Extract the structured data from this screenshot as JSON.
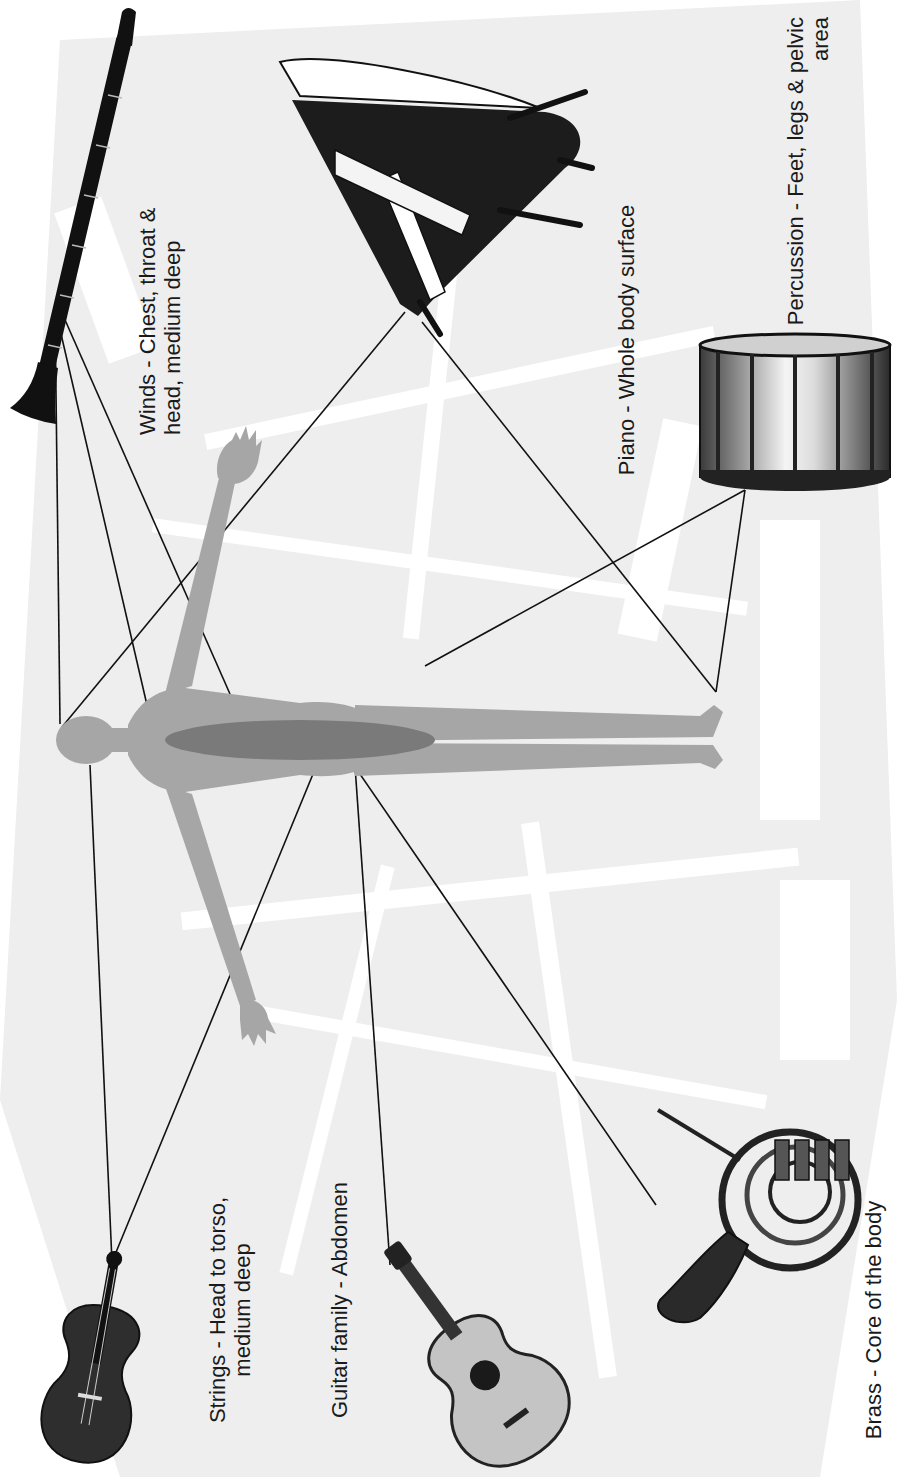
{
  "diagram": {
    "labels": [
      "Winds - Chest, throat & head, medium deep",
      "Piano - Whole body surface",
      "Percussion - Feet, legs & pelvic area",
      "Strings - Head to torso, medium deep",
      "Guitar family - Abdomen",
      "Brass - Core of the body"
    ]
  }
}
